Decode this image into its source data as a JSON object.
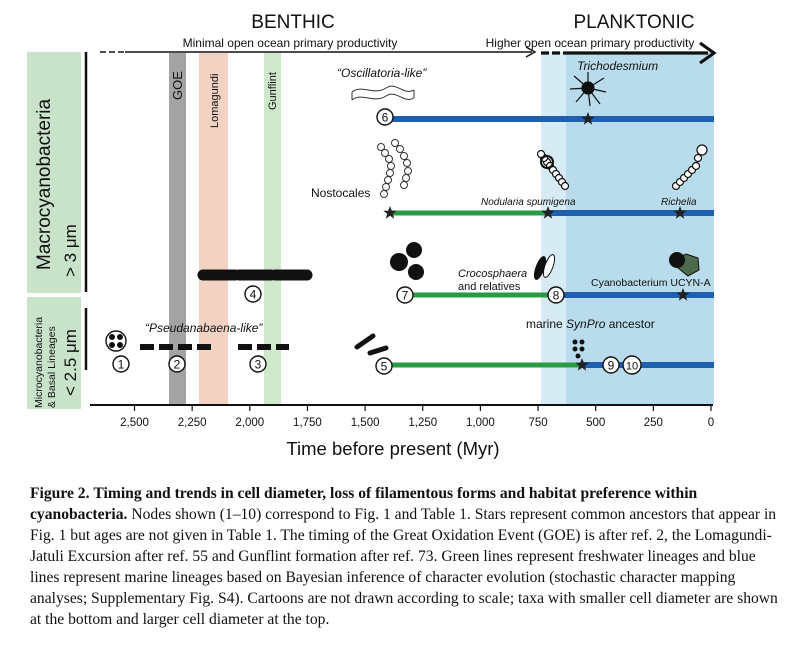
{
  "figure": {
    "habitat_left": "BENTHIC",
    "habitat_right": "PLANKTONIC",
    "productivity_left": "Minimal open ocean primary productivity",
    "productivity_right": "Higher open ocean primary productivity",
    "group_upper": "Macrocyanobacteria",
    "group_upper_size": "> 3 μm",
    "group_lower_line1": "Microcyanobacteria",
    "group_lower_line2": "& Basal Lineages",
    "group_lower_size": "< 2.5 μm",
    "events": {
      "goe": "GOE",
      "lomagundi": "Lomagundi",
      "gunflint": "Gunflint"
    },
    "taxa": {
      "oscillatoria": "“Oscillatoria-like”",
      "trichodesmium": "Trichodesmium",
      "nostocales": "Nostocales",
      "nodularia": "Nodularia spumigena",
      "richelia": "Richelia",
      "crocosphaera_1": "Crocosphaera",
      "crocosphaera_2": "and relatives",
      "ucyn": "Cyanobacterium UCYN-A",
      "pseudanabaena": "“Pseudanabaena-like”",
      "synpro_prefix": "marine ",
      "synpro_italic": "SynPro",
      "synpro_suffix": " ancestor"
    },
    "nodes": [
      "1",
      "2",
      "3",
      "4",
      "5",
      "6",
      "7",
      "8",
      "9",
      "10"
    ],
    "colors": {
      "marine_line": "#1f5fae",
      "freshwater_line": "#2a9a45",
      "planktonic_bg": "#b9dcec",
      "goe_band": "#a3a3a3",
      "lomagundi_band": "#f2d2c3",
      "gunflint_band": "#cfe8cc",
      "group_box": "#c9e3cb"
    }
  },
  "chart_data": {
    "type": "timeline",
    "xlabel": "Time before present (Myr)",
    "xlim": [
      2700,
      0
    ],
    "ticks": [
      2500,
      2250,
      2000,
      1750,
      1500,
      1250,
      1000,
      750,
      500,
      250,
      0
    ],
    "tick_labels": [
      "2,500",
      "2,250",
      "2,000",
      "1,750",
      "1,500",
      "1,250",
      "1,000",
      "750",
      "500",
      "250",
      "0"
    ],
    "events": [
      {
        "name": "GOE",
        "start": 2350,
        "end": 2280
      },
      {
        "name": "Lomagundi",
        "start": 2220,
        "end": 2100
      },
      {
        "name": "Gunflint",
        "start": 1950,
        "end": 1880
      }
    ],
    "planktonic_start": 750,
    "lineages": [
      {
        "node": "6",
        "habitat": "marine",
        "segments": [
          {
            "from": 1450,
            "to": 0
          }
        ],
        "star": 530
      },
      {
        "node": "Nostocales",
        "habitat": "freshwater",
        "segments": [
          {
            "from": 1450,
            "to": 700
          }
        ],
        "star": 1450
      },
      {
        "node": "Nostocales-marine",
        "habitat": "marine",
        "segments": [
          {
            "from": 700,
            "to": 0
          }
        ],
        "stars": [
          700,
          150
        ]
      },
      {
        "node": "7-8",
        "habitat": "freshwater",
        "segments": [
          {
            "from": 1400,
            "to": 650
          }
        ]
      },
      {
        "node": "8",
        "habitat": "marine",
        "segments": [
          {
            "from": 650,
            "to": 0
          }
        ],
        "star": 150
      },
      {
        "node": "5",
        "habitat": "freshwater",
        "segments": [
          {
            "from": 1450,
            "to": 550
          }
        ]
      },
      {
        "node": "9-10",
        "habitat": "marine",
        "segments": [
          {
            "from": 550,
            "to": 0
          }
        ],
        "star": 550
      }
    ]
  },
  "caption": {
    "label": "Figure 2.",
    "title": "Timing and trends in cell diameter, loss of filamentous forms and habitat preference within cyanobacteria.",
    "body": " Nodes shown (1–10) correspond to Fig. 1 and Table 1. Stars represent common ancestors that appear in Fig. 1 but ages are not given in Table 1. The timing of the Great Oxidation Event (GOE) is after ref. 2, the Lomagundi-Jatuli Excursion after ref. 55 and Gunflint formation after ref. 73. Green lines represent freshwater lineages and blue lines represent marine lineages based on Bayesian inference of character evolution (stochastic character mapping analyses; Supplementary Fig. S4). Cartoons are not drawn according to scale; taxa with smaller cell diameter are shown at the bottom and larger cell diameter at the top."
  }
}
